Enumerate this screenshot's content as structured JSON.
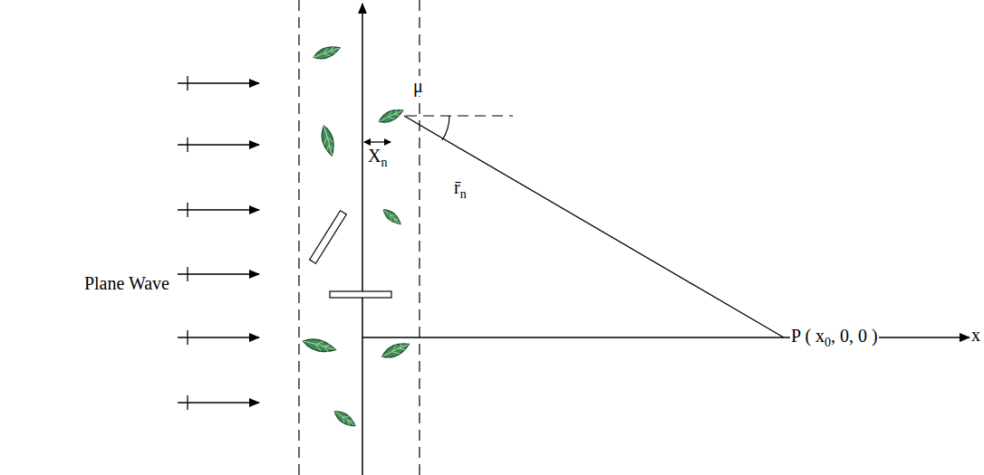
{
  "diagram": {
    "labels": [
      "Plane Wave",
      "Xn",
      "μ",
      "r̄n",
      "P ( x0, 0, 0 )",
      "x"
    ]
  }
}
